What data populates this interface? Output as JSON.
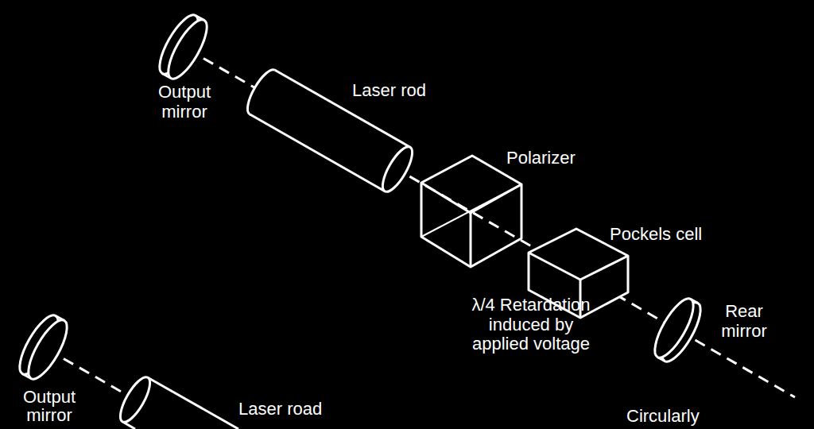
{
  "diagram": {
    "labels": [
      "Output mirror",
      "Laser rod",
      "Polarizer",
      "Pockels cell",
      "λ/4 Retardation induced by applied voltage",
      "Rear mirror",
      "Output mirror",
      "Laser road",
      "Circularly"
    ]
  }
}
